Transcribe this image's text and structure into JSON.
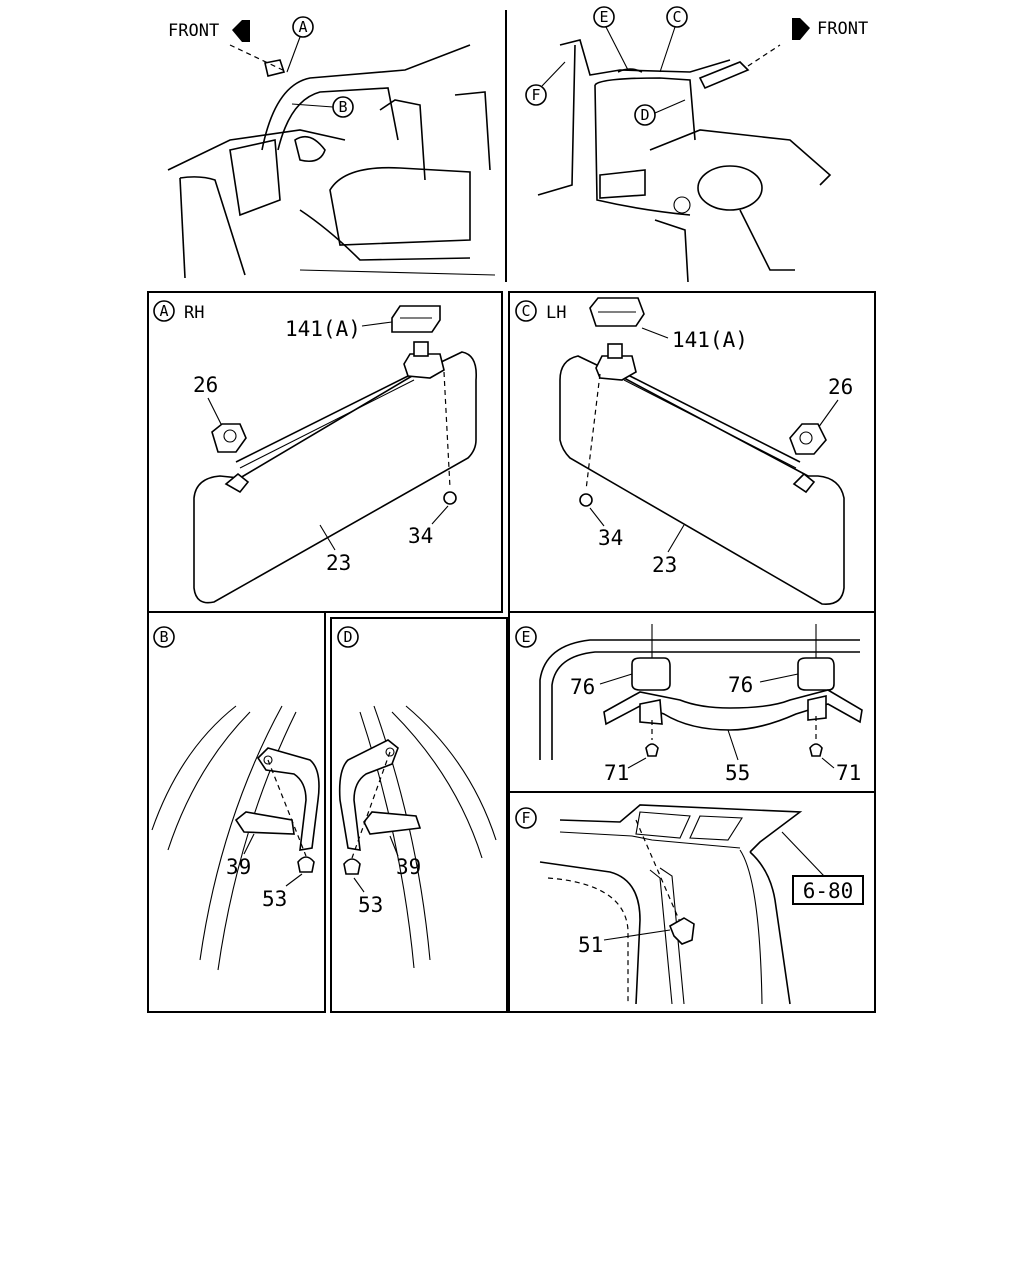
{
  "overview": {
    "front_left": "FRONT",
    "front_right": "FRONT",
    "callouts": [
      "A",
      "B",
      "E",
      "C",
      "F",
      "D"
    ]
  },
  "panels": {
    "a": {
      "letter": "A",
      "side": "RH"
    },
    "c": {
      "letter": "C",
      "side": "LH"
    },
    "b": {
      "letter": "B"
    },
    "d": {
      "letter": "D"
    },
    "e": {
      "letter": "E"
    },
    "f": {
      "letter": "F"
    }
  },
  "parts": {
    "p141": "141(A)",
    "p26": "26",
    "p23": "23",
    "p34": "34",
    "p39": "39",
    "p53": "53",
    "p76": "76",
    "p71": "71",
    "p55": "55",
    "p51": "51"
  },
  "ref_box": "6-80"
}
